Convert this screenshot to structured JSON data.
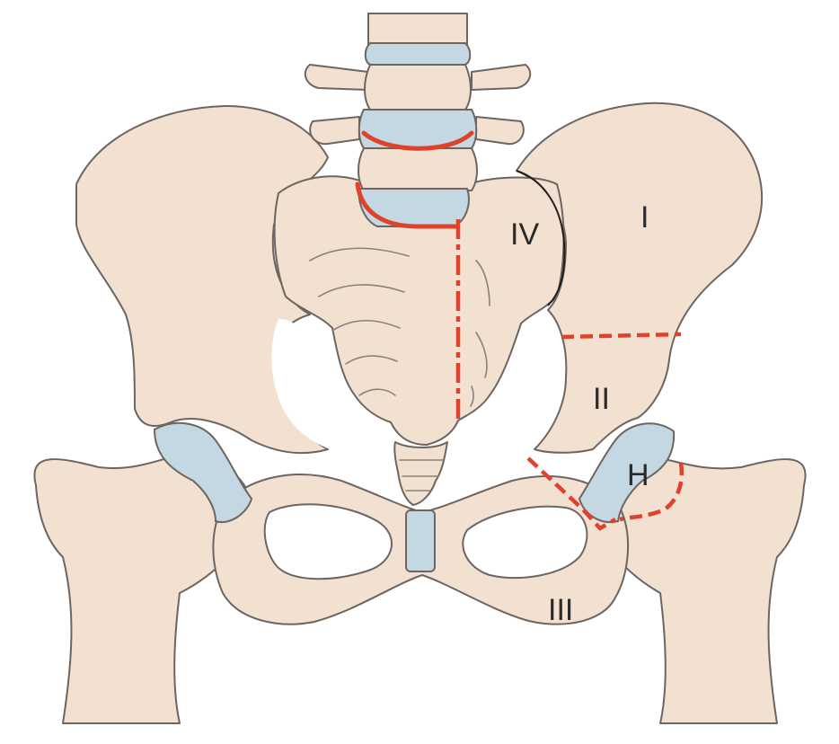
{
  "labels": {
    "zone_I": "I",
    "zone_II": "II",
    "zone_III": "III",
    "zone_IV": "IV",
    "zone_H": "H"
  },
  "colors": {
    "bone": "#f2e1d1",
    "cartilage": "#c3d8e2",
    "outline": "#6d6560",
    "resection_line": "#e0412b"
  }
}
